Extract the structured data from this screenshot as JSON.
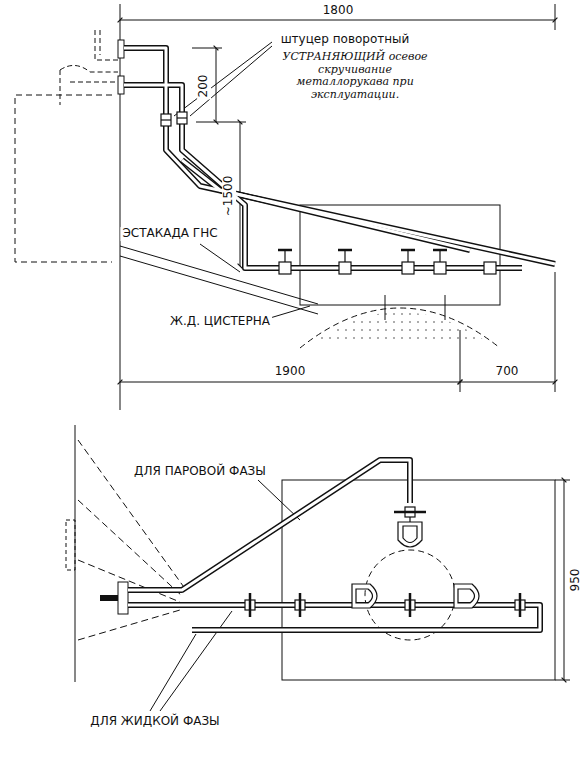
{
  "diagram": {
    "labels": [
      "1800",
      "штуцер поворотный",
      "УСТРАНЯЮЩИЙ осевое скручивание металлорукава при эксплуатации.",
      "200",
      "~1500",
      "ЭСТАКАДА ГНС",
      "Ж.Д. ЦИСТЕРНА",
      "1900",
      "700",
      "ДЛЯ ПАРОВОЙ ФАЗЫ",
      "950",
      "ДЛЯ ЖИДКОЙ ФАЗЫ"
    ]
  }
}
